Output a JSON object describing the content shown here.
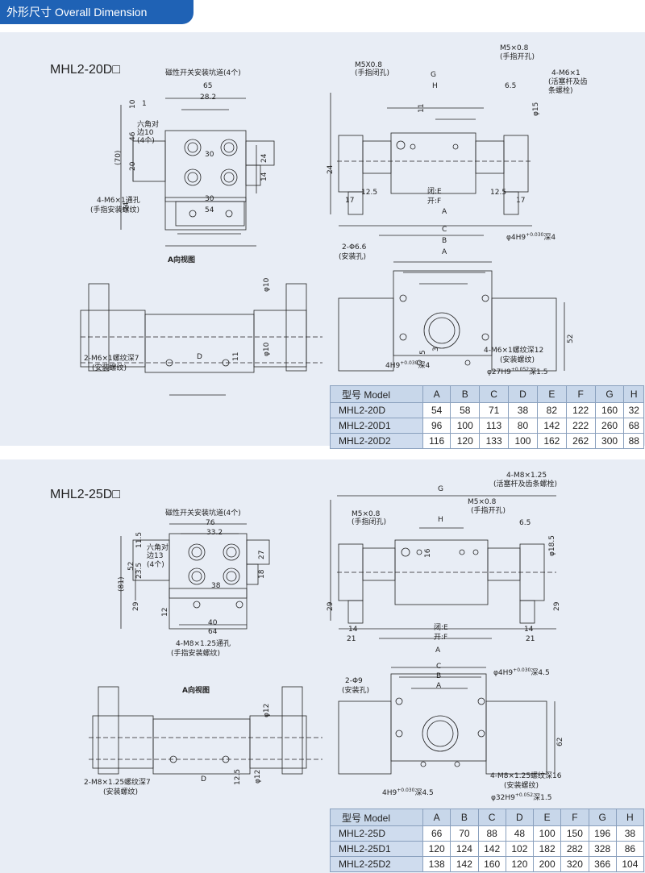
{
  "header": {
    "title_cn": "外形尺寸",
    "title_en": "Overall Dimension"
  },
  "sections": [
    {
      "model": "MHL2-20D□",
      "labels": {
        "magnet_slot": "磁性开关安装坑道(4个)",
        "hex": "六角对",
        "hex2": "边10",
        "hex3": "(4个)",
        "finger_mount": "4-M6×1通孔",
        "finger_mount2": "(手指安装螺纹)",
        "m5_closed": "M5X0.8",
        "m5_closed2": "(手指闭孔)",
        "m5_open": "M5×0.8",
        "m5_open2": "(手指开孔)",
        "piston": "4-M6×1",
        "piston2": "(活塞杆及齿",
        "piston3": "条螺栓)",
        "aview": "A向视图",
        "mount_screw": "2-M6×1螺纹深7",
        "mount_screw2": "(安装螺纹)",
        "hole": "2-Φ6.6",
        "hole2": "(安装孔)",
        "pin": "φ4H9",
        "pin_tol": "+0.030",
        "pin_tol2": "0",
        "pin_depth": "深4",
        "thread": "4-M6×1螺纹深12",
        "thread2": "(安装螺纹)",
        "pin2": "4H9",
        "pin2_depth": "深4",
        "bore": "φ27H9",
        "bore_tol": "+0.052",
        "bore_depth": "深1.5",
        "arrow_a": "A"
      },
      "dims": {
        "d65": "65",
        "d28": "28.2",
        "d1": "1",
        "d10": "10",
        "d46": "46",
        "d20": "20",
        "d24a": "24",
        "d14": "14",
        "d30a": "30",
        "d70": "(70)",
        "d24b": "24",
        "d30b": "30",
        "d54": "54",
        "G": "G",
        "H": "H",
        "d11": "11",
        "d65b": "6.5",
        "d15": "φ15",
        "d24c": "24",
        "d125a": "12.5",
        "d125b": "12.5",
        "d17a": "17",
        "d17b": "17",
        "closeE": "闭:E",
        "openF": "开:F",
        "C": "C",
        "B": "B",
        "A": "A",
        "d52": "52",
        "d5": "5",
        "d3": "3",
        "d10b": "φ10",
        "d10c": "φ10",
        "d11b": "11",
        "D": "D"
      },
      "table": {
        "headers": [
          "型号 Model",
          "A",
          "B",
          "C",
          "D",
          "E",
          "F",
          "G",
          "H"
        ],
        "rows": [
          [
            "MHL2-20D",
            "54",
            "58",
            "71",
            "38",
            "82",
            "122",
            "160",
            "32"
          ],
          [
            "MHL2-20D1",
            "96",
            "100",
            "113",
            "80",
            "142",
            "222",
            "260",
            "68"
          ],
          [
            "MHL2-20D2",
            "116",
            "120",
            "133",
            "100",
            "162",
            "262",
            "300",
            "88"
          ]
        ]
      }
    },
    {
      "model": "MHL2-25D□",
      "labels": {
        "magnet_slot": "磁性开关安装坑道(4个)",
        "hex": "六角对",
        "hex2": "边13",
        "hex3": "(4个)",
        "finger_mount": "4-M8×1.25通孔",
        "finger_mount2": "(手指安装螺纹)",
        "m5_closed": "M5×0.8",
        "m5_closed2": "(手指闭孔)",
        "m5_open": "M5×0.8",
        "m5_open2": "(手指开孔)",
        "piston": "4-M8×1.25",
        "piston2": "(活塞杆及齿条螺栓)",
        "aview": "A向视图",
        "mount_screw": "2-M8×1.25螺纹深7",
        "mount_screw2": "(安装螺纹)",
        "hole": "2-Φ9",
        "hole2": "(安装孔)",
        "pin": "φ4H9",
        "pin_tol": "+0.030",
        "pin_tol2": "0",
        "pin_depth": "深4.5",
        "thread": "4-M8×1.25螺纹深16",
        "thread2": "(安装螺纹)",
        "pin2": "4H9",
        "pin2_depth": "深4.5",
        "bore": "φ32H9",
        "bore_tol": "+0.052",
        "bore_depth": "深1.5",
        "arrow_a": "A"
      },
      "dims": {
        "d76": "76",
        "d33": "33.2",
        "d11": "11.5",
        "d235": "23.5",
        "d52": "52",
        "d27": "27",
        "d18": "18",
        "d38": "38",
        "d81": "(81)",
        "d29": "29",
        "d12": "12",
        "d40": "40",
        "d64": "64",
        "G": "G",
        "H": "H",
        "d16": "16",
        "d65b": "6.5",
        "d185": "φ18.5",
        "d29b": "29",
        "d29c": "29",
        "d14a": "14",
        "d14b": "14",
        "d21a": "21",
        "d21b": "21",
        "closeE": "闭:E",
        "openF": "开:F",
        "C": "C",
        "B": "B",
        "A": "A",
        "d62": "62",
        "d12b": "φ12",
        "d12c": "φ12",
        "d125": "12.5",
        "D": "D"
      },
      "table": {
        "headers": [
          "型号 Model",
          "A",
          "B",
          "C",
          "D",
          "E",
          "F",
          "G",
          "H"
        ],
        "rows": [
          [
            "MHL2-25D",
            "66",
            "70",
            "88",
            "48",
            "100",
            "150",
            "196",
            "38"
          ],
          [
            "MHL2-25D1",
            "120",
            "124",
            "142",
            "102",
            "182",
            "282",
            "328",
            "86"
          ],
          [
            "MHL2-25D2",
            "138",
            "142",
            "160",
            "120",
            "200",
            "320",
            "366",
            "104"
          ]
        ]
      }
    }
  ]
}
